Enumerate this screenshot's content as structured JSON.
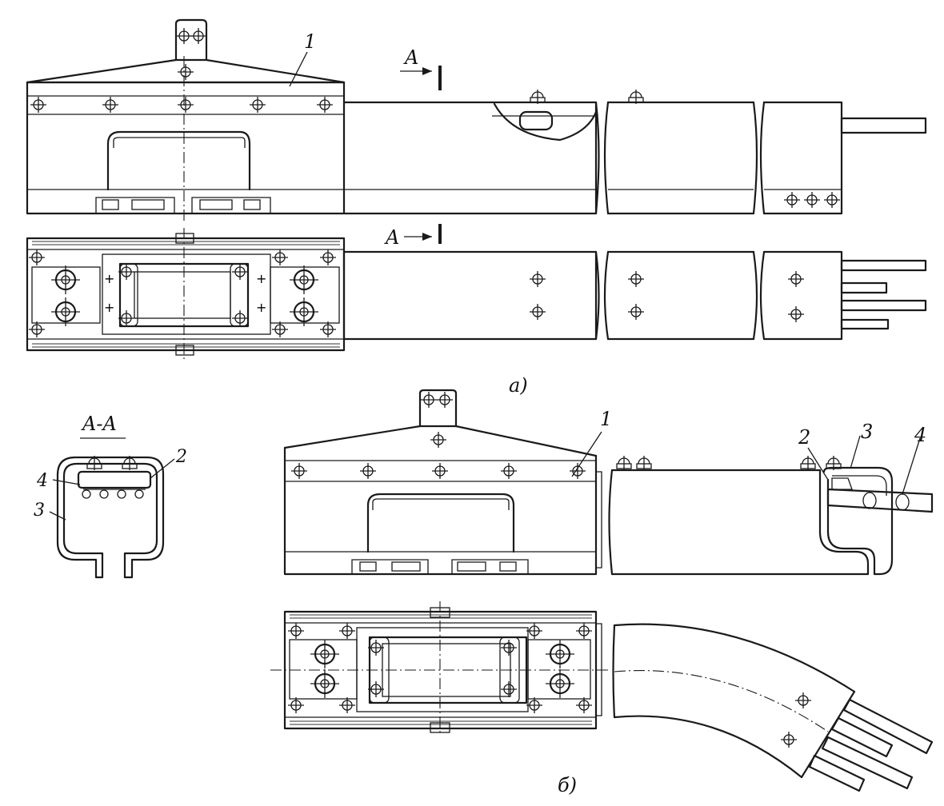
{
  "labels": {
    "view_a_caption": "a)",
    "view_b_caption": "б)",
    "section_title": "A-A",
    "cut_a_top": "A",
    "cut_a_bottom": "A",
    "callout_1_top": "1",
    "callout_1_bottom": "1",
    "callout_2_bottom": "2",
    "callout_3_bottom": "3",
    "callout_4_bottom": "4",
    "section_callout_2": "2",
    "section_callout_3": "3",
    "section_callout_4": "4"
  },
  "colors": {
    "ink": "#1a1a1a",
    "paper": "#ffffff"
  }
}
